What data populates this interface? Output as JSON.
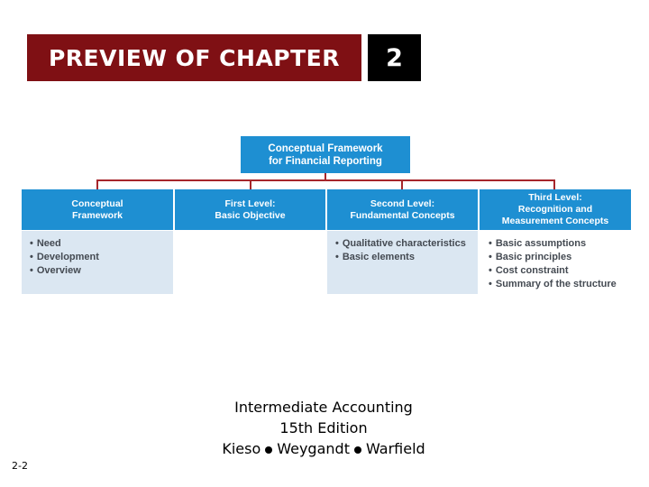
{
  "header": {
    "title": "PREVIEW OF CHAPTER",
    "chapter_number": "2"
  },
  "diagram": {
    "root": {
      "line1": "Conceptual Framework",
      "line2": "for Financial Reporting"
    },
    "levels": [
      {
        "line1": "Conceptual",
        "line2": "Framework",
        "line3": "",
        "items": [
          "Need",
          "Development",
          "Overview"
        ]
      },
      {
        "line1": "First Level:",
        "line2": "Basic Objective",
        "line3": "",
        "items": []
      },
      {
        "line1": "Second Level:",
        "line2": "Fundamental Concepts",
        "line3": "",
        "items": [
          "Qualitative characteristics",
          "Basic elements"
        ]
      },
      {
        "line1": "Third Level:",
        "line2": "Recognition and",
        "line3": "Measurement Concepts",
        "items": [
          "Basic assumptions",
          "Basic principles",
          "Cost constraint",
          "Summary of the structure"
        ]
      }
    ],
    "colors": {
      "header_red": "#7f1014",
      "box_blue": "#1e8fd2",
      "body_light_blue": "#dbe7f2",
      "connector_red": "#a6262b"
    }
  },
  "footer": {
    "book_title": "Intermediate Accounting",
    "edition": "15th Edition",
    "author1": "Kieso",
    "author2": "Weygandt",
    "author3": "Warfield"
  },
  "slide_number": "2-2"
}
